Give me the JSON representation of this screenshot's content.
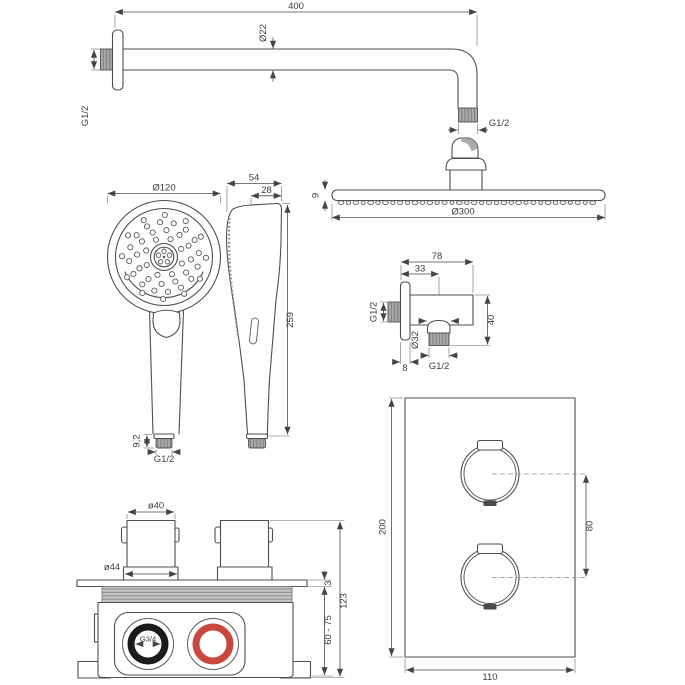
{
  "drawing": {
    "shower_arm": {
      "length": "400",
      "tube_diameter": "Ø22",
      "wall_thread": "G1/2",
      "head_connection_thread": "G1/2",
      "head_thickness": "9",
      "head_diameter": "Ø300"
    },
    "hand_shower": {
      "face_diameter": "Ø120",
      "head_depth": "54",
      "handle_depth": "28",
      "total_height": "259",
      "thread_height": "9,2",
      "connection_thread": "G1/2"
    },
    "wall_outlet": {
      "total_width": "78",
      "outlet_offset": "33",
      "wall_thread": "G1/2",
      "outlet_diameter": "Ø32",
      "body_height": "40",
      "flange_thickness": "8",
      "outlet_thread": "G1/2"
    },
    "trim_plate": {
      "height": "200",
      "handle_spacing": "80",
      "width": "110"
    },
    "valve_body": {
      "cartridge_diameter": "ø40",
      "cartridge_base_diameter": "ø44",
      "inlet_thread": "G3/4",
      "plate_thickness": "3",
      "installation_depth": "60 - 75",
      "total_height": "123"
    },
    "colors": {
      "line": "#4a4a4a",
      "thread_fill": "#a9a9a9",
      "hot_ring": "#c84840",
      "cold_ring": "#1b1b1b"
    }
  }
}
